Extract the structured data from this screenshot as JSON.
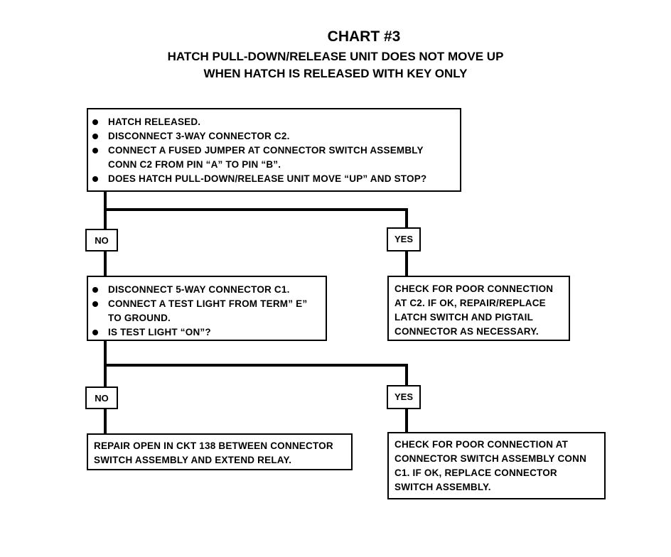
{
  "header": {
    "title": "CHART #3",
    "subtitle_line1": "HATCH PULL-DOWN/RELEASE UNIT DOES NOT MOVE UP",
    "subtitle_line2": "WHEN HATCH IS RELEASED WITH KEY ONLY"
  },
  "step1": {
    "items": [
      "HATCH RELEASED.",
      "DISCONNECT 3-WAY CONNECTOR C2.",
      "CONNECT A FUSED JUMPER AT CONNECTOR SWITCH ASSEMBLY CONN C2 FROM PIN “A” TO PIN “B”.",
      "DOES HATCH PULL-DOWN/RELEASE UNIT MOVE “UP” AND STOP?"
    ]
  },
  "branch1": {
    "no_label": "NO",
    "yes_label": "YES",
    "yes_result": "CHECK FOR POOR CONNECTION AT C2.  IF OK, REPAIR/REPLACE LATCH SWITCH AND PIGTAIL CONNECTOR AS NECESSARY."
  },
  "step2": {
    "items": [
      "DISCONNECT 5-WAY CONNECTOR C1.",
      "CONNECT A TEST LIGHT FROM TERM” E” TO GROUND.",
      "IS TEST LIGHT “ON”?"
    ]
  },
  "branch2": {
    "no_label": "NO",
    "yes_label": "YES",
    "no_result": "REPAIR OPEN IN CKT 138 BETWEEN CONNECTOR SWITCH ASSEMBLY AND EXTEND RELAY.",
    "yes_result": "CHECK FOR POOR CONNECTION AT CONNECTOR SWITCH ASSEMBLY CONN C1.  IF OK, REPLACE CONNECTOR SWITCH ASSEMBLY."
  }
}
